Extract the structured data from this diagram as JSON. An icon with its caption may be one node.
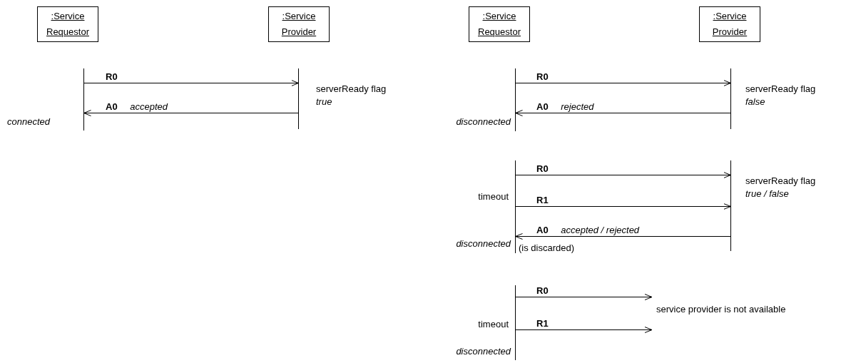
{
  "diagram": {
    "nodes": [
      {
        "text": [
          ":Service Requestor"
        ]
      },
      {
        "text": [
          ":Service Provider"
        ]
      },
      {
        "text": [
          ":Service Requestor"
        ]
      },
      {
        "text": [
          ":Service Provider"
        ]
      },
      {
        "text": [],
        "shape": "bar",
        "beside": [
          "connected"
        ]
      },
      {
        "text": [],
        "shape": "bar",
        "beside": [
          "serverReady flag",
          "true"
        ]
      },
      {
        "text": [],
        "shape": "bar",
        "beside": [
          "disconnected"
        ]
      },
      {
        "text": [],
        "shape": "bar",
        "beside": [
          "serverReady flag",
          "false"
        ]
      },
      {
        "text": [],
        "shape": "bar",
        "beside": [
          "timeout",
          "disconnected"
        ]
      },
      {
        "text": [],
        "shape": "bar",
        "beside": [
          "serverReady flag",
          "true / false"
        ]
      },
      {
        "text": [],
        "shape": "bar",
        "beside": [
          "timeout",
          "disconnected"
        ]
      },
      {
        "text": [
          "service provider is not available"
        ]
      }
    ],
    "edges": [
      {
        "from": 4,
        "to": 5,
        "arrow": "to",
        "label": "R0"
      },
      {
        "from": 5,
        "to": 4,
        "arrow": "to",
        "label": "**A0** *accepted*"
      },
      {
        "from": 6,
        "to": 7,
        "arrow": "to",
        "label": "R0"
      },
      {
        "from": 7,
        "to": 6,
        "arrow": "to",
        "label": "**A0** *rejected*"
      },
      {
        "from": 8,
        "to": 9,
        "arrow": "to",
        "label": "R0"
      },
      {
        "from": 8,
        "to": 9,
        "arrow": "to",
        "label": "R1"
      },
      {
        "from": 9,
        "to": 8,
        "arrow": "to",
        "label": "**A0** *accepted / rejected*"
      },
      {
        "from": 10,
        "to": 11,
        "arrow": "to",
        "label": "R0"
      },
      {
        "from": 10,
        "to": 11,
        "arrow": "to",
        "label": "R1"
      }
    ],
    "labels": [
      "(is discarded)"
    ]
  }
}
